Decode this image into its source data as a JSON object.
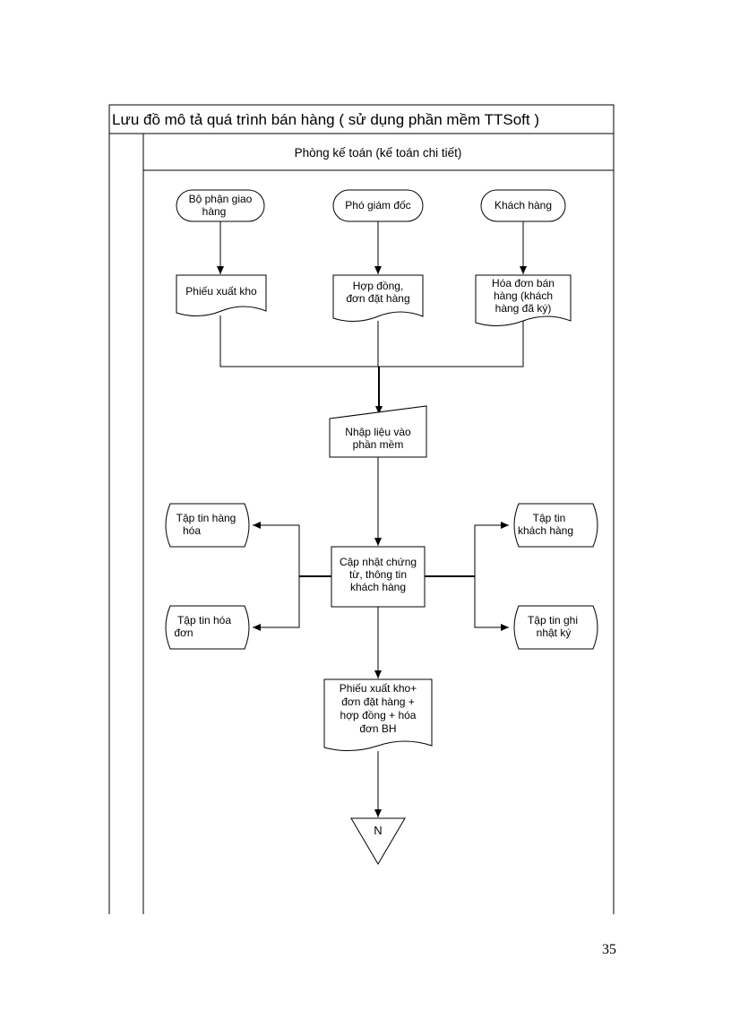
{
  "diagram": {
    "title": "Lưu đồ mô tả quá trình bán hàng ( sử dụng phần mềm TTSoft )",
    "lane": "Phòng kế toán (kế toán chi tiết)",
    "nodes": {
      "delivery_dept": [
        "Bộ phận giao",
        "hàng"
      ],
      "deputy_director": [
        "Phó giám đốc"
      ],
      "customer": [
        "Khách hàng"
      ],
      "warehouse_slip": [
        "Phiếu xuất kho"
      ],
      "contract_order": [
        "Hợp đồng,",
        "đơn đặt hàng"
      ],
      "sales_invoice": [
        "Hóa đơn bán",
        "hàng (khách",
        "hàng đã ký)"
      ],
      "data_entry": [
        "Nhập liệu vào",
        "phần mềm"
      ],
      "update_docs": [
        "Cập nhật chứng",
        "từ, thông tin",
        "khách hàng"
      ],
      "goods_file": [
        "Tập tin hàng",
        "hóa"
      ],
      "invoice_file": [
        "Tập tin hóa",
        "đơn"
      ],
      "customer_file": [
        "Tập tin",
        "khách hàng"
      ],
      "log_file": [
        "Tập tin ghi",
        "nhật ký"
      ],
      "combined_docs": [
        "Phiếu xuất kho+",
        "đơn đặt hàng +",
        "hợp đồng + hóa",
        "đơn BH"
      ],
      "offpage_connector": [
        "N"
      ]
    }
  },
  "page_number": "35"
}
